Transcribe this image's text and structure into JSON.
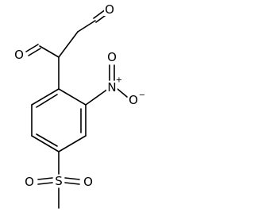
{
  "molecule": {
    "atoms": {
      "aldehyde_o_top": "O",
      "aldehyde_o_left": "O",
      "nitro_n": "N",
      "nitro_n_charge": "+",
      "nitro_o_top": "O",
      "nitro_o_right": "O",
      "nitro_o_right_charge": "−",
      "sulfonyl_s": "S",
      "sulfonyl_o_left": "O",
      "sulfonyl_o_right": "O"
    }
  }
}
